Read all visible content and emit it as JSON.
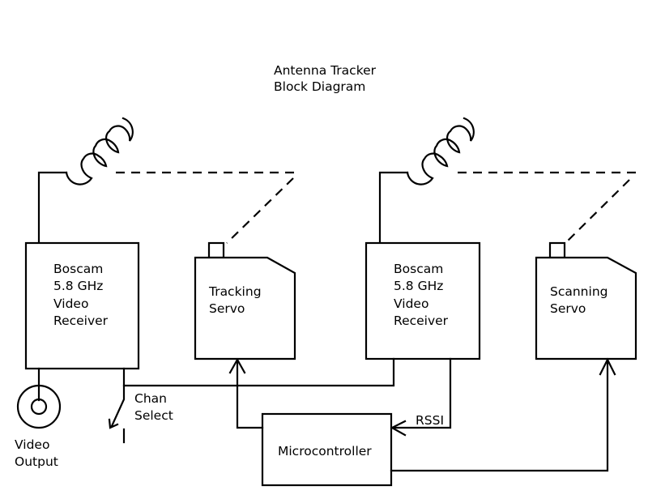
{
  "title": {
    "line1": "Antenna Tracker",
    "line2": "Block Diagram"
  },
  "blocks": {
    "receiver_left": {
      "lines": [
        "Boscam",
        "5.8 GHz",
        "Video",
        "Receiver"
      ]
    },
    "tracking_servo": {
      "lines": [
        "Tracking",
        "Servo"
      ]
    },
    "receiver_right": {
      "lines": [
        "Boscam",
        "5.8 GHz",
        "Video",
        "Receiver"
      ]
    },
    "scanning_servo": {
      "lines": [
        "Scanning",
        "Servo"
      ]
    },
    "microcontroller": {
      "label": "Microcontroller"
    }
  },
  "labels": {
    "video_output": [
      "Video",
      "Output"
    ],
    "chan_select": [
      "Chan",
      "Select"
    ],
    "rssi": "RSSI"
  },
  "colors": {
    "stroke": "#000000",
    "background": "#ffffff"
  }
}
